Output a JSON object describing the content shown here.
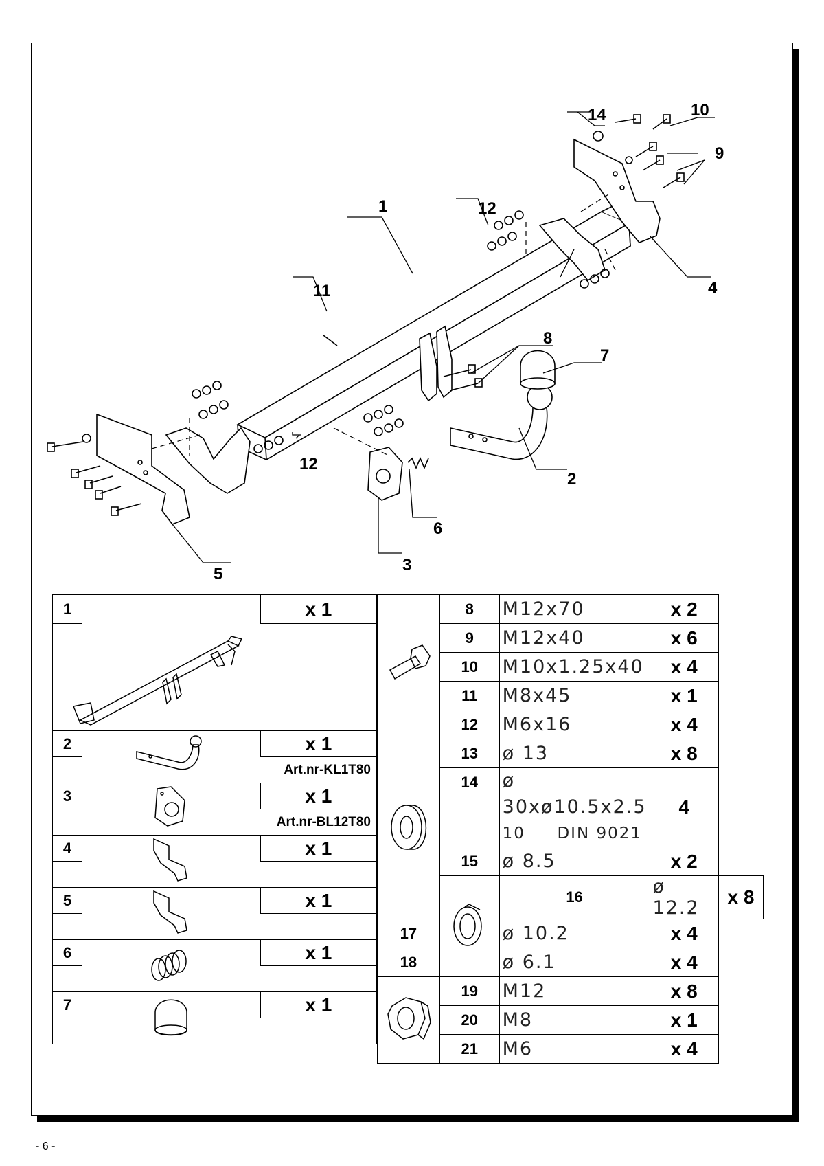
{
  "callouts": [
    "1",
    "2",
    "3",
    "4",
    "5",
    "6",
    "7",
    "8",
    "9",
    "10",
    "11",
    "12",
    "12",
    "14"
  ],
  "parts_left": [
    {
      "num": "1",
      "qty": "x 1",
      "art": ""
    },
    {
      "num": "2",
      "qty": "x 1",
      "art": "Art.nr-KL1T80"
    },
    {
      "num": "3",
      "qty": "x 1",
      "art": "Art.nr-BL12T80"
    },
    {
      "num": "4",
      "qty": "x 1",
      "art": ""
    },
    {
      "num": "5",
      "qty": "x 1",
      "art": ""
    },
    {
      "num": "6",
      "qty": "x 1",
      "art": ""
    },
    {
      "num": "7",
      "qty": "x 1",
      "art": ""
    }
  ],
  "hardware": [
    {
      "num": "8",
      "spec": "M12x70",
      "qty": "x 2",
      "group": "bolt"
    },
    {
      "num": "9",
      "spec": "M12x40",
      "qty": "x 6",
      "group": "bolt"
    },
    {
      "num": "10",
      "spec": "M10x1.25x40",
      "qty": "x 4",
      "group": "bolt"
    },
    {
      "num": "11",
      "spec": "M8x45",
      "qty": "x 1",
      "group": "bolt"
    },
    {
      "num": "12",
      "spec": "M6x16",
      "qty": "x 4",
      "group": "bolt"
    },
    {
      "num": "13",
      "spec": "ø 13",
      "qty": "x 8",
      "group": "washer"
    },
    {
      "num": "14",
      "spec": "ø 30xø10.5x2.5",
      "spec2": "10     DIN 9021",
      "qty": "4",
      "group": "washer"
    },
    {
      "num": "15",
      "spec": "ø 8.5",
      "qty": "x 2",
      "group": "washer"
    },
    {
      "num": "16",
      "spec": "ø 12.2",
      "qty": "x 8",
      "group": "spring"
    },
    {
      "num": "17",
      "spec": "ø 10.2",
      "qty": "x 4",
      "group": "spring"
    },
    {
      "num": "18",
      "spec": "ø 6.1",
      "qty": "x 4",
      "group": "spring"
    },
    {
      "num": "19",
      "spec": "M12",
      "qty": "x 8",
      "group": "nut"
    },
    {
      "num": "20",
      "spec": "M8",
      "qty": "x 1",
      "group": "nut"
    },
    {
      "num": "21",
      "spec": "M6",
      "qty": "x 4",
      "group": "nut"
    }
  ],
  "page_number": "- 6 -"
}
